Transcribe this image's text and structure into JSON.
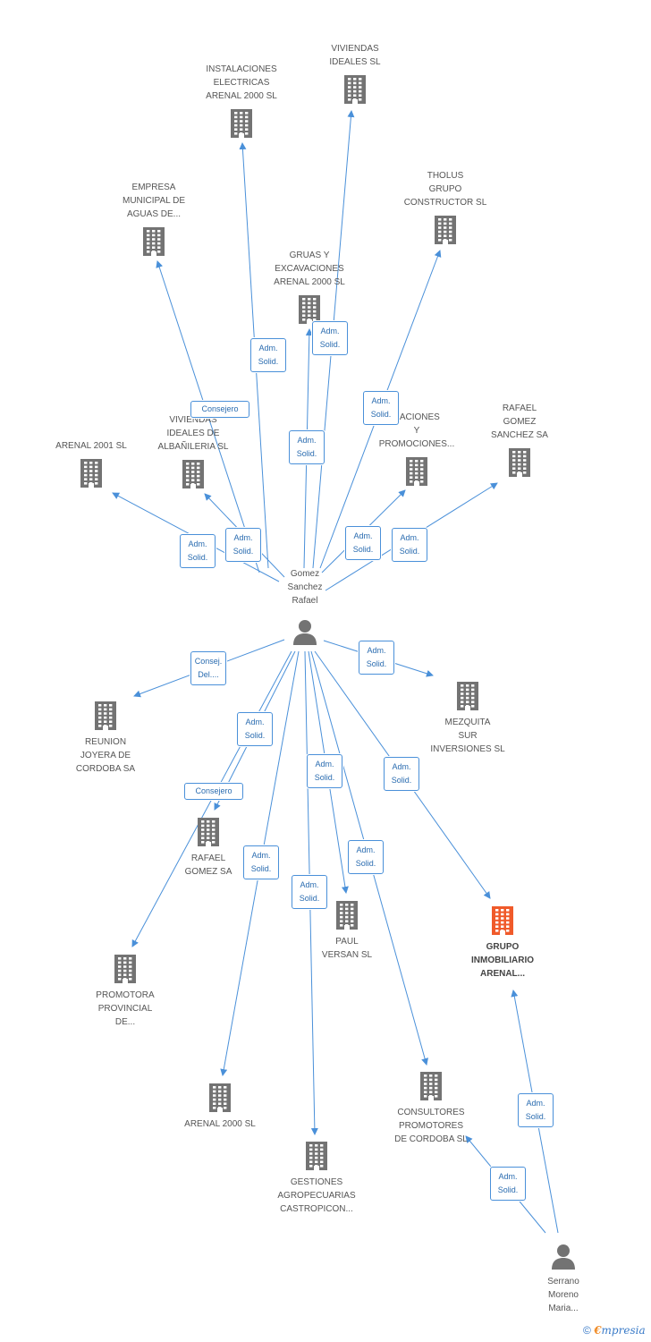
{
  "colors": {
    "edge": "#4a90d9",
    "company_icon": "#737373",
    "focus_company_icon": "#f05a2a",
    "person_icon": "#737373"
  },
  "nodes": {
    "viviendas_ideales": {
      "label": [
        "VIVIENDAS",
        "IDEALES SL"
      ],
      "icon": "building-icon"
    },
    "instalaciones": {
      "label": [
        "INSTALACIONES",
        "ELECTRICAS",
        "ARENAL 2000 SL"
      ],
      "icon": "building-icon"
    },
    "tholus": {
      "label": [
        "THOLUS",
        "GRUPO",
        "CONSTRUCTOR SL"
      ],
      "icon": "building-icon"
    },
    "empresa_municipal": {
      "label": [
        "EMPRESA",
        "MUNICIPAL DE",
        "AGUAS DE..."
      ],
      "icon": "building-icon"
    },
    "gruas": {
      "label": [
        "GRUAS Y",
        "EXCAVACIONES",
        "ARENAL 2000 SL"
      ],
      "icon": "building-icon"
    },
    "arenal_2001": {
      "label": [
        "ARENAL 2001 SL"
      ],
      "icon": "building-icon"
    },
    "viviendas_albanileria": {
      "label": [
        "VIVIENDAS",
        "IDEALES DE",
        "ALBAÑILERIA SL"
      ],
      "icon": "building-icon"
    },
    "creaciones": {
      "label": [
        "EACIONES",
        "Y",
        "PROMOCIONES..."
      ],
      "icon": "building-icon"
    },
    "rafael_gomez_sanchez": {
      "label": [
        "RAFAEL",
        "GOMEZ",
        "SANCHEZ SA"
      ],
      "icon": "building-icon"
    },
    "gomez_sanchez_rafael": {
      "label": [
        "Gomez",
        "Sanchez",
        "Rafael"
      ],
      "icon": "person-icon"
    },
    "reunion_joyera": {
      "label": [
        "REUNION",
        "JOYERA DE",
        "CORDOBA SA"
      ],
      "icon": "building-icon"
    },
    "mezquita": {
      "label": [
        "MEZQUITA",
        "SUR",
        "INVERSIONES SL"
      ],
      "icon": "building-icon"
    },
    "rafael_gomez_sa": {
      "label": [
        "RAFAEL",
        "GOMEZ SA"
      ],
      "icon": "building-icon"
    },
    "paul_versan": {
      "label": [
        "PAUL",
        "VERSAN SL"
      ],
      "icon": "building-icon"
    },
    "grupo_inmobiliario": {
      "label": [
        "GRUPO",
        "INMOBILIARIO",
        "ARENAL..."
      ],
      "icon": "building-icon"
    },
    "promotora_provincial": {
      "label": [
        "PROMOTORA",
        "PROVINCIAL",
        "DE..."
      ],
      "icon": "building-icon"
    },
    "arenal_2000": {
      "label": [
        "ARENAL 2000 SL"
      ],
      "icon": "building-icon"
    },
    "consultores": {
      "label": [
        "CONSULTORES",
        "PROMOTORES",
        "DE CORDOBA SL"
      ],
      "icon": "building-icon"
    },
    "gestiones": {
      "label": [
        "GESTIONES",
        "AGROPECUARIAS",
        "CASTROPICON..."
      ],
      "icon": "building-icon"
    },
    "serrano_moreno": {
      "label": [
        "Serrano",
        "Moreno",
        "Maria..."
      ],
      "icon": "person-icon"
    }
  },
  "edge_labels": {
    "adm_solid": [
      "Adm.",
      "Solid."
    ],
    "consejero": [
      "Consejero"
    ],
    "consej_del": [
      "Consej.",
      "Del...."
    ]
  },
  "footer": {
    "copyright_symbol": "©",
    "brand_initial": "€",
    "brand_rest": "mpresia"
  }
}
